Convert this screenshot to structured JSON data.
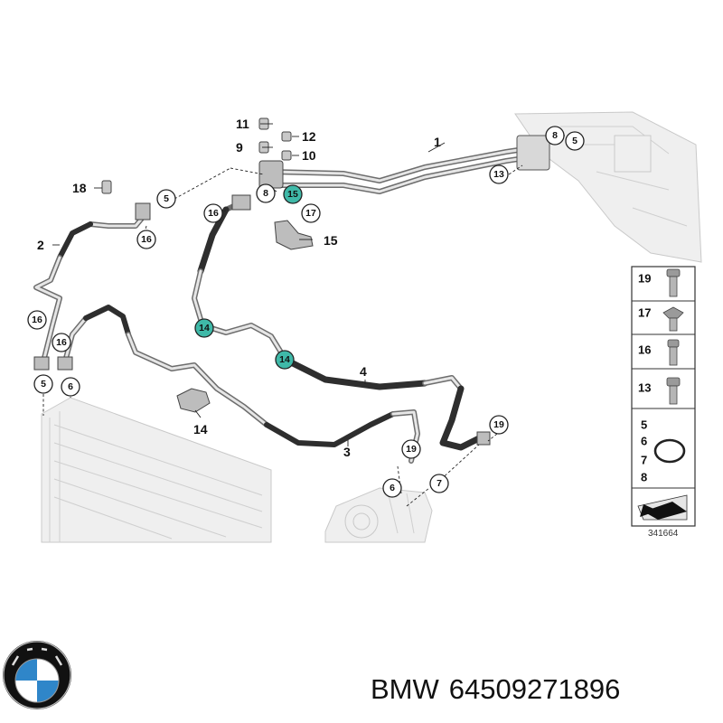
{
  "callouts": {
    "c1": "1",
    "c2": "2",
    "c3": "3",
    "c4": "4",
    "c5a": "5",
    "c5b": "5",
    "c5c": "5",
    "c6a": "6",
    "c6b": "6",
    "c7": "7",
    "c8a": "8",
    "c8b": "8",
    "c9": "9",
    "c10": "10",
    "c11": "11",
    "c12": "12",
    "c13": "13",
    "c14a": "14",
    "c14b": "14",
    "c14c": "14",
    "c15a": "15",
    "c15b": "15",
    "c16a": "16",
    "c16b": "16",
    "c16c": "16",
    "c16d": "16",
    "c17": "17",
    "c18": "18",
    "c19a": "19",
    "c19b": "19"
  },
  "legend": {
    "row1": "19",
    "row2": "17",
    "row3": "16",
    "row4": "13",
    "ring_1": "5",
    "ring_2": "6",
    "ring_3": "7",
    "ring_4": "8"
  },
  "reference_number": "341664",
  "caption": {
    "brand": "BMW",
    "part_number": "64509271896"
  },
  "colors": {
    "highlight": "#3fb9a8",
    "hose": "#2e2e2e",
    "ghost": "#efefef"
  },
  "icons": {
    "logo": "bmw-roundel-logo"
  }
}
